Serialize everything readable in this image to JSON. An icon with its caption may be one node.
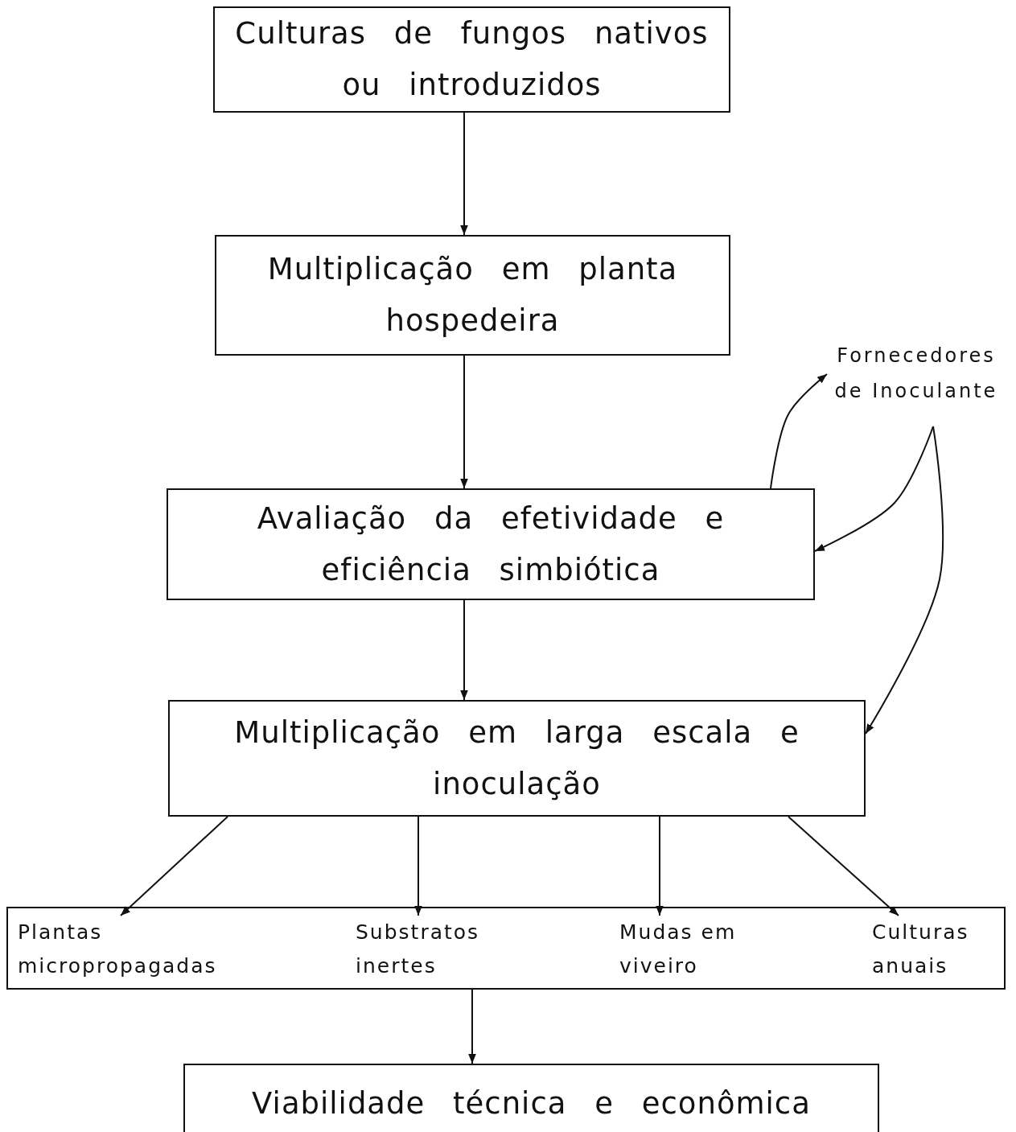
{
  "diagram": {
    "nodes": [
      {
        "text": [
          "Culturas de fungos nativos ou introduzidos"
        ]
      },
      {
        "text": [
          "Multiplicação em planta hospedeira"
        ]
      },
      {
        "text": [
          "Avaliação da efetividade e eficiência simbiótica"
        ]
      },
      {
        "text": [
          "Fornecedores de Inoculante"
        ]
      },
      {
        "text": [
          "Multiplicação em larga escala e inoculação"
        ]
      },
      {
        "text": [],
        "shape": "box"
      },
      {
        "text": [
          "Plantas micropropagadas"
        ],
        "in": 5
      },
      {
        "text": [
          "Substratos inertes"
        ],
        "in": 5
      },
      {
        "text": [
          "Mudas em viveiro"
        ],
        "in": 5
      },
      {
        "text": [
          "Culturas anuais"
        ],
        "in": 5
      },
      {
        "text": [
          "Viabilidade técnica e econômica"
        ]
      }
    ],
    "edges": [
      {
        "from": 0,
        "to": 1,
        "arrow": "to"
      },
      {
        "from": 1,
        "to": 2,
        "arrow": "to"
      },
      {
        "from": 2,
        "to": 3,
        "arrow": "to"
      },
      {
        "from": 3,
        "to": 2,
        "arrow": "to"
      },
      {
        "from": 3,
        "to": 4,
        "arrow": "to"
      },
      {
        "from": 2,
        "to": 4,
        "arrow": "to"
      },
      {
        "from": 4,
        "to": 6,
        "arrow": "to"
      },
      {
        "from": 4,
        "to": 7,
        "arrow": "to"
      },
      {
        "from": 4,
        "to": 8,
        "arrow": "to"
      },
      {
        "from": 4,
        "to": 9,
        "arrow": "to"
      },
      {
        "from": 5,
        "to": 10,
        "arrow": "to"
      }
    ]
  }
}
